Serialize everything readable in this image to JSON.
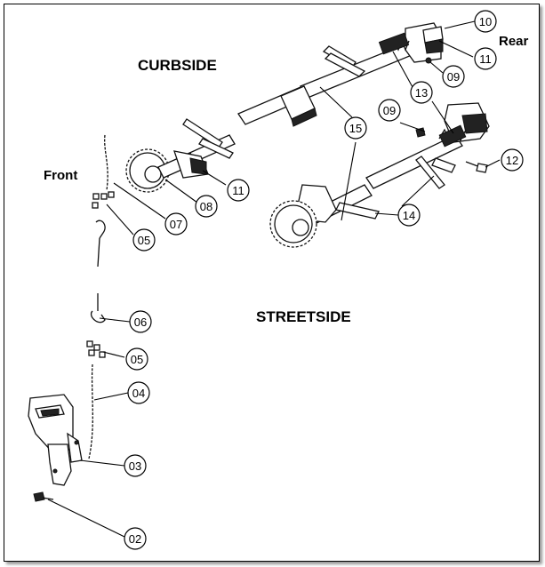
{
  "labels": {
    "curbside": "CURBSIDE",
    "streetside": "STREETSIDE",
    "front": "Front",
    "rear": "Rear"
  },
  "callouts": [
    "10",
    "11",
    "09",
    "13",
    "09",
    "15",
    "12",
    "11",
    "08",
    "07",
    "14",
    "05",
    "06",
    "05",
    "04",
    "03",
    "02"
  ]
}
